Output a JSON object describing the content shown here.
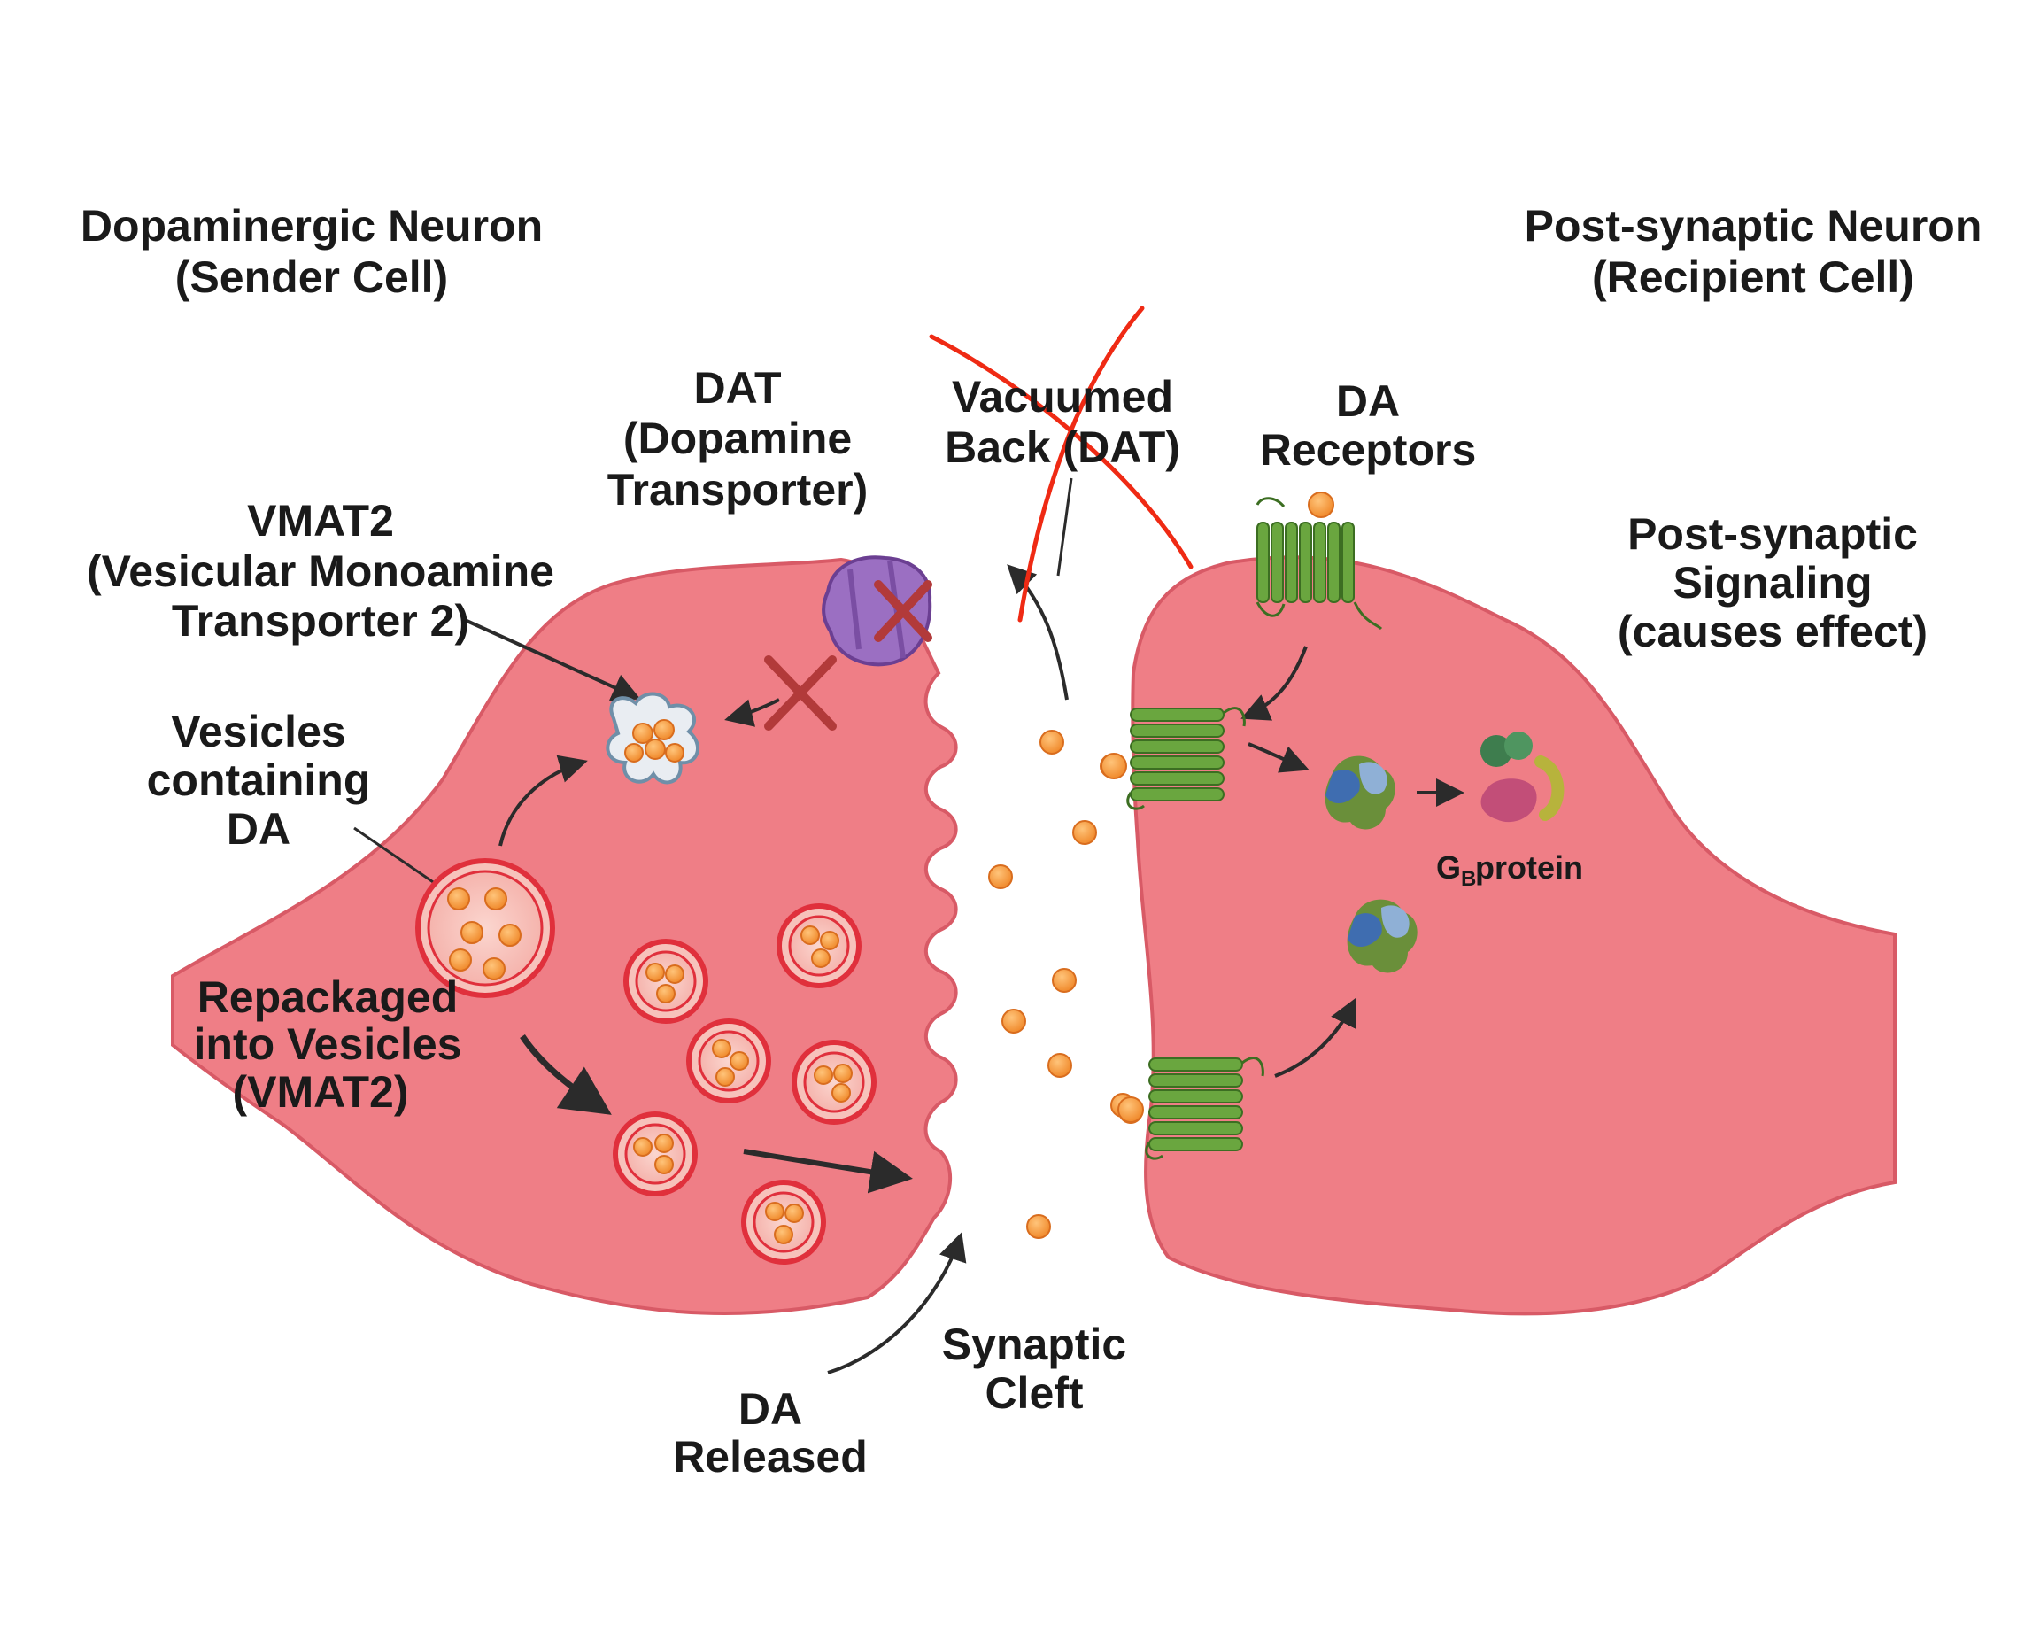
{
  "labels": {
    "sender_title_1": "Dopaminergic Neuron",
    "sender_title_2": "(Sender Cell)",
    "recipient_title_1": "Post-synaptic Neuron",
    "recipient_title_2": "(Recipient Cell)",
    "dat_1": "DAT",
    "dat_2": "(Dopamine",
    "dat_3": "Transporter)",
    "vacuumed_1": "Vacuumed",
    "vacuumed_2": "Back (DAT)",
    "da_receptors_1": "DA",
    "da_receptors_2": "Receptors",
    "vmat2_1": "VMAT2",
    "vmat2_2": "(Vesicular Monoamine",
    "vmat2_3": "Transporter 2)",
    "vesicles_1": "Vesicles",
    "vesicles_2": "containing",
    "vesicles_3": "DA",
    "repack_1": "Repackaged",
    "repack_2": "into Vesicles",
    "repack_3": "(VMAT2)",
    "postsig_1": "Post-synaptic",
    "postsig_2": "Signaling",
    "postsig_3": "(causes effect)",
    "gprotein_g": "G",
    "gprotein_sub": "B",
    "gprotein_rest": "protein",
    "cleft_1": "Synaptic",
    "cleft_2": "Cleft",
    "released_1": "DA",
    "released_2": "Released"
  },
  "colors": {
    "cell_fill": "#ef7e86",
    "cell_stroke": "#d85a66",
    "dopamine": "#f4a04a",
    "dopamine_stroke": "#d96d1e",
    "vesicle_ring": "#e0303c",
    "receptor_green": "#5e9a3a",
    "dat_purple": "#8a5fb0",
    "cross_red": "#b23a3a",
    "strike_red": "#ef2a14",
    "arrow": "#2b2b2b"
  },
  "icons": {
    "vesicle": "vesicle-icon",
    "dopamine": "dopamine-molecule-icon",
    "dat": "dat-transporter-icon",
    "vmat2": "vmat2-transporter-icon",
    "receptor": "receptor-icon",
    "gprotein": "g-protein-icon",
    "blocked": "blocked-cross-icon"
  }
}
